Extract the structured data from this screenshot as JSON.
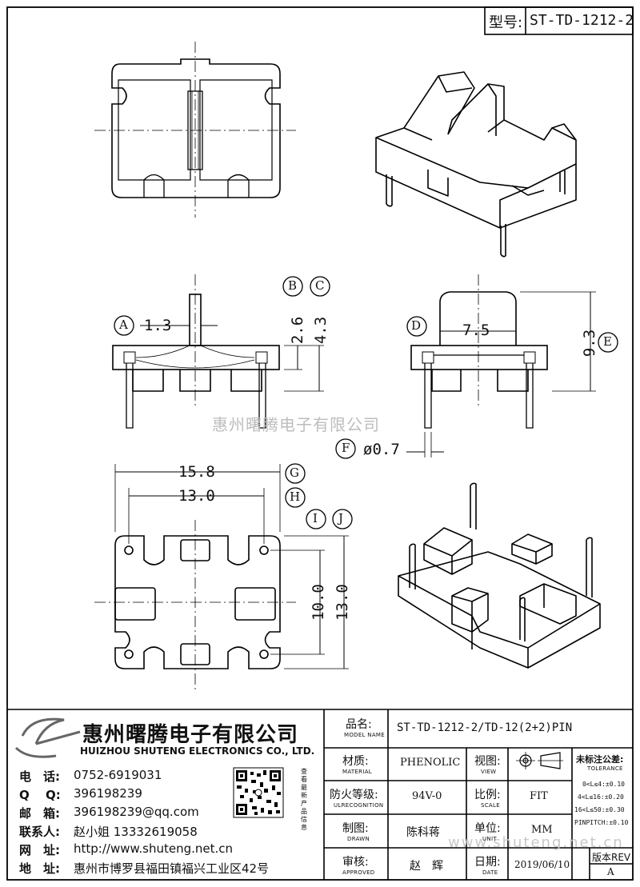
{
  "header": {
    "type_label": "型号:",
    "model": "ST-TD-1212-2"
  },
  "dimensions": {
    "d13a": "1.3",
    "d26": "2.6",
    "d43": "4.3",
    "d75": "7.5",
    "d93": "9.3",
    "d07": "ø0.7",
    "d158": "15.8",
    "d130": "13.0",
    "d100": "10.0",
    "d130b": "13.0"
  },
  "markers": {
    "A": "A",
    "B": "B",
    "C": "C",
    "D": "D",
    "E": "E",
    "F": "F",
    "G": "G",
    "H": "H",
    "I": "I",
    "J": "J"
  },
  "watermark": "惠州曙腾电子有限公司",
  "watermark_url": "www.shuteng.net.cn",
  "company": {
    "name_cn": "惠州曙腾电子有限公司",
    "name_en": "HUIZHOU SHUTENG ELECTRONICS CO., LTD.",
    "qr_caption": "查看最新产品信息"
  },
  "contacts": [
    {
      "label": "电　话:",
      "value": "0752-6919031"
    },
    {
      "label": "Q　 Q:",
      "value": "396198239"
    },
    {
      "label": "邮　箱:",
      "value": "396198239@qq.com"
    },
    {
      "label": "联系人:",
      "value": "赵小姐 13332619058"
    },
    {
      "label": "网　址:",
      "value": "http://www.shuteng.net.cn"
    },
    {
      "label": "地　址:",
      "value": "惠州市博罗县福田镇福兴工业区42号"
    }
  ],
  "titleblock": {
    "model_label": "品名:",
    "model_label_en": "MODEL NAME",
    "model_value": "ST-TD-1212-2/TD-12(2+2)PIN",
    "material_label": "材质:",
    "material_label_en": "MATERIAL",
    "material_value": "PHENOLIC",
    "view_label": "视图:",
    "view_label_en": "VIEW",
    "flame_label": "防火等级:",
    "flame_label_en": "ULRECOGNITION",
    "flame_value": "94V-0",
    "scale_label": "比例:",
    "scale_label_en": "SCALE",
    "scale_value": "FIT",
    "drawn_label": "制图:",
    "drawn_label_en": "DRAWN",
    "drawn_value": "陈科蒋",
    "unit_label": "单位:",
    "unit_label_en": "UNIT",
    "unit_value": "MM",
    "approved_label": "审核:",
    "approved_label_en": "APPROVED",
    "approved_value": "赵　辉",
    "date_label": "日期:",
    "date_label_en": "DATE",
    "date_value": "2019/06/10",
    "tolerance_title": "未标注公差:",
    "tolerance_title_en": "TOLERANCE",
    "tol1": "0<L≤4:±0.10",
    "tol2": "4<L≤16:±0.20",
    "tol3": "16<L≤50:±0.30",
    "tol4": "PINPITCH:±0.10",
    "rev_label": "版本REV",
    "rev_value": "A"
  }
}
